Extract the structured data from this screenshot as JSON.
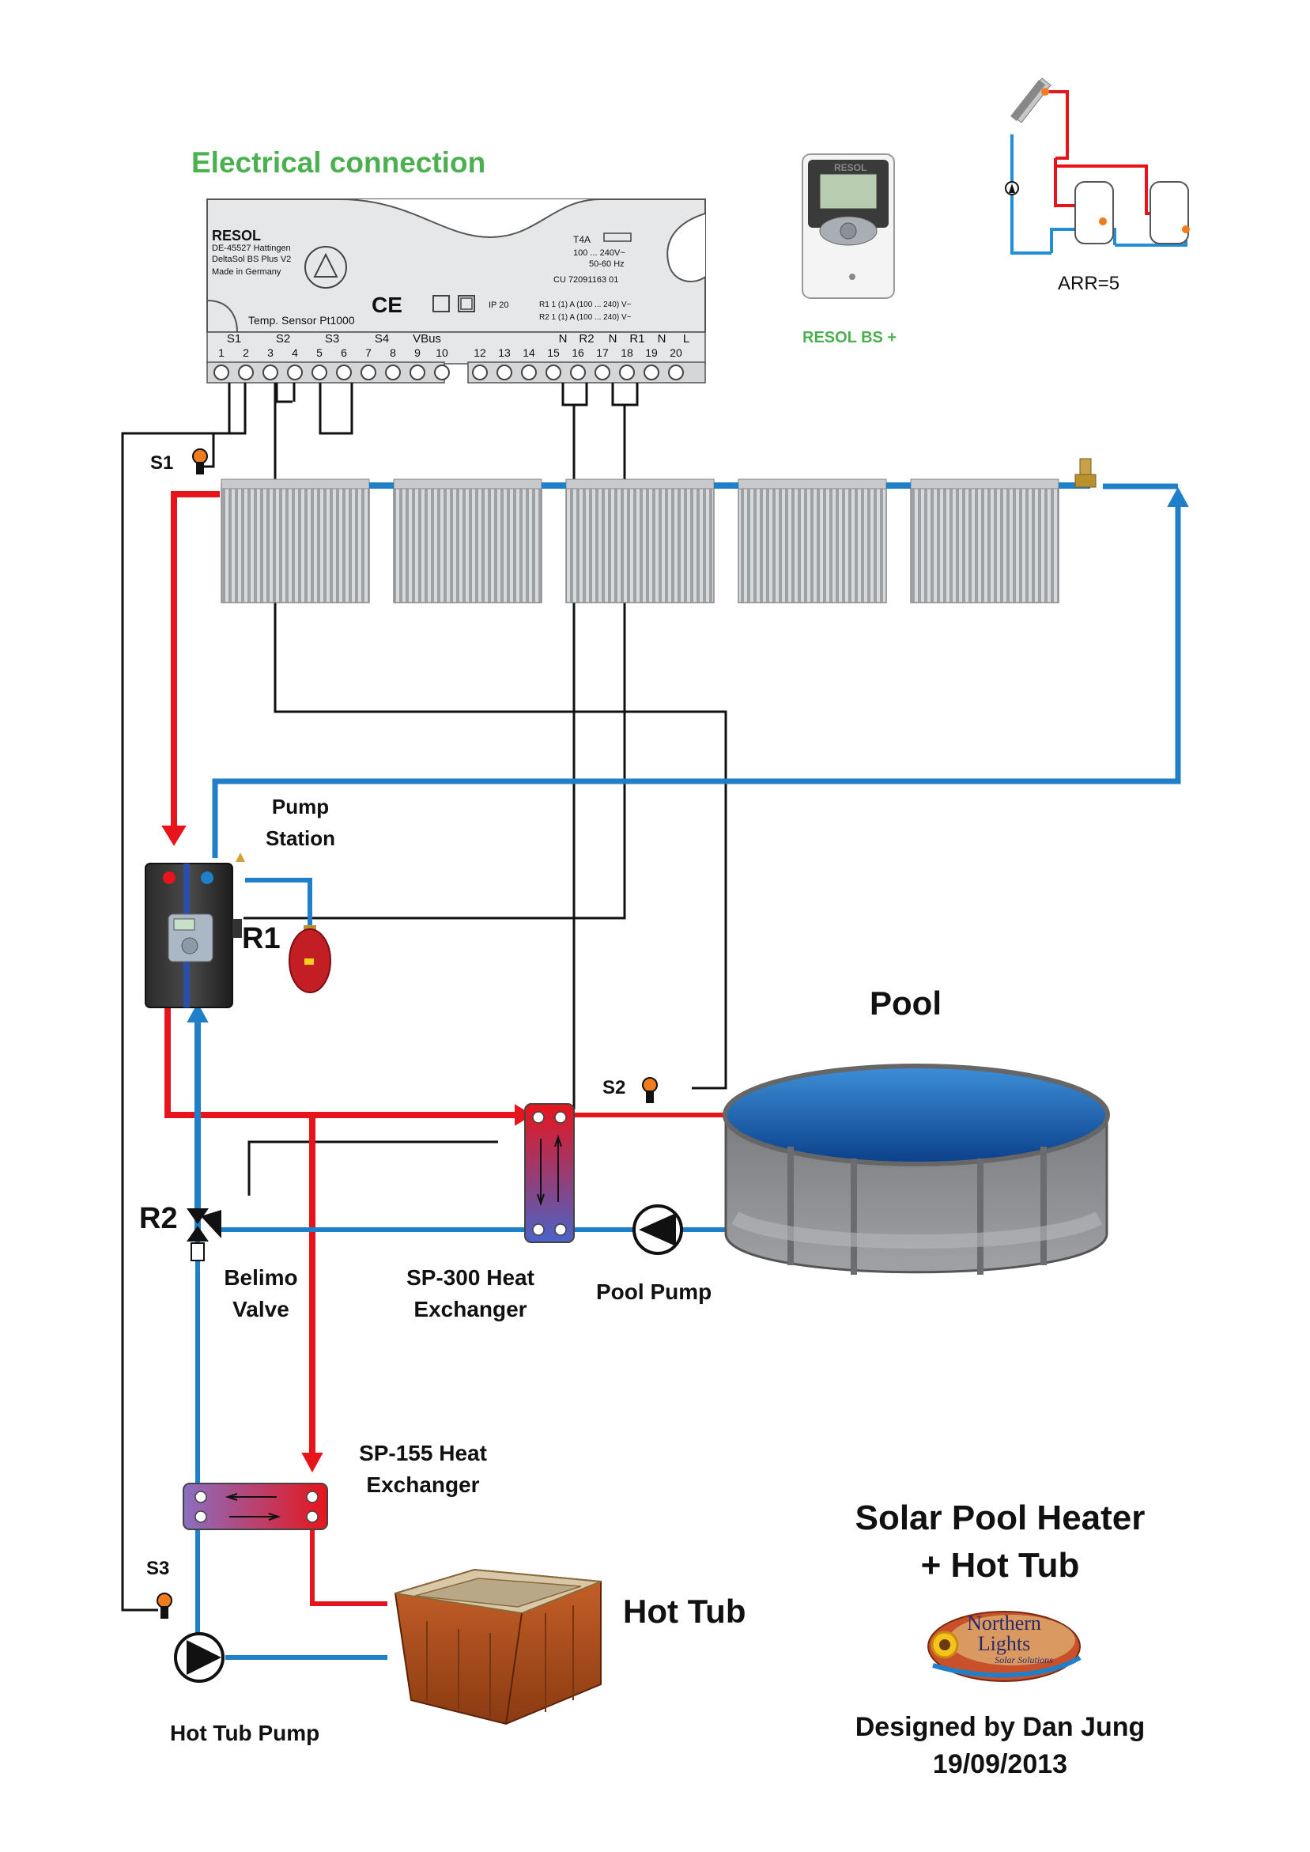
{
  "header": {
    "title": "Electrical connection",
    "title_color": "#4caf50"
  },
  "controller": {
    "brand": "RESOL",
    "address_lines": [
      "DE-45527 Hattingen",
      "DeltaSol BS Plus V2",
      "Made in Germany"
    ],
    "fuse": "T4A",
    "supply_lines": [
      "100 ... 240V~",
      "50-60 Hz"
    ],
    "cu": "CU 72091163 01",
    "ip": "IP 20",
    "ce": "CE",
    "r1_rating": "R1 1 (1) A (100 ... 240) V~",
    "r2_rating": "R2 1 (1) A (100 ... 240) V~",
    "sensor_text": "Temp. Sensor Pt1000",
    "group_labels": [
      "S1",
      "S2",
      "S3",
      "S4",
      "VBus",
      "N",
      "R2",
      "N",
      "R1",
      "N",
      "L"
    ],
    "terminal_numbers": [
      "1",
      "2",
      "3",
      "4",
      "5",
      "6",
      "7",
      "8",
      "9",
      "10",
      "12",
      "13",
      "14",
      "15",
      "16",
      "17",
      "18",
      "19",
      "20"
    ]
  },
  "resol_bs": {
    "label": "RESOL BS +",
    "brand": "RESOL",
    "color": "#4caf50"
  },
  "arrangement": {
    "label": "ARR=5"
  },
  "sensors": {
    "s1": "S1",
    "s2": "S2",
    "s3": "S3"
  },
  "pump_station": {
    "line1": "Pump",
    "line2": "Station",
    "relay": "R1"
  },
  "valve": {
    "relay": "R2",
    "line1": "Belimo",
    "line2": "Valve"
  },
  "hx300": {
    "line1": "SP-300 Heat",
    "line2": "Exchanger"
  },
  "hx155": {
    "line1": "SP-155 Heat",
    "line2": "Exchanger"
  },
  "pool": {
    "label": "Pool"
  },
  "pool_pump": {
    "label": "Pool Pump"
  },
  "hot_tub": {
    "label": "Hot Tub"
  },
  "hot_tub_pump": {
    "label": "Hot Tub Pump"
  },
  "footer": {
    "title_line1": "Solar Pool Heater",
    "title_line2": "+ Hot Tub",
    "logo_line1": "Northern",
    "logo_line2": "Lights",
    "logo_line3": "Solar Solutions",
    "designed_by": "Designed by Dan Jung",
    "date": "19/09/2013"
  },
  "colors": {
    "hot_pipe": "#e8141b",
    "cold_pipe": "#1f7fc9",
    "wire": "#111111"
  }
}
